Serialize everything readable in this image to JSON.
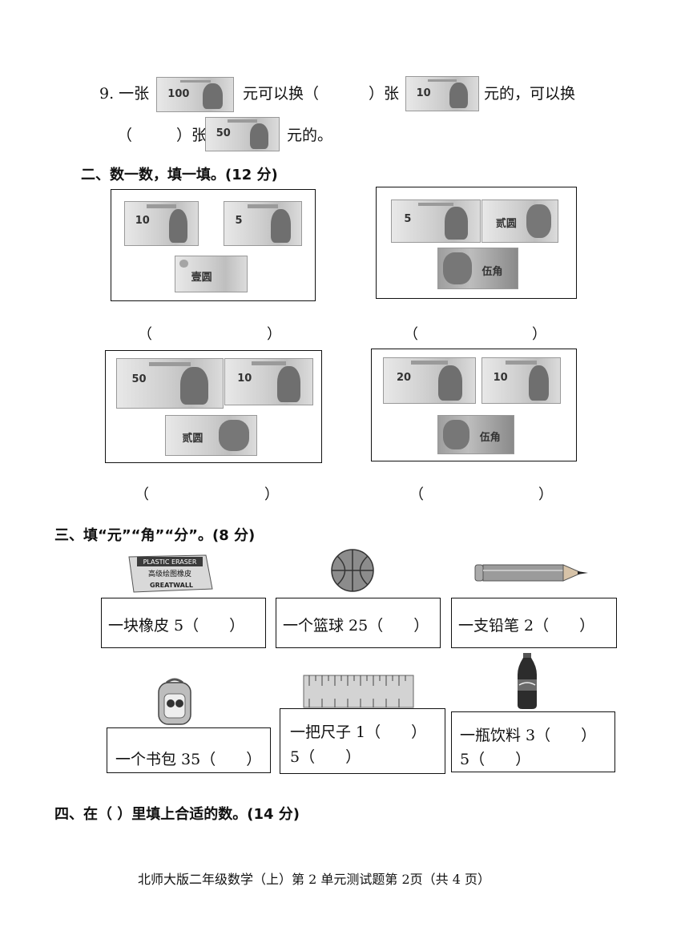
{
  "q9": {
    "part1": "9. 一张",
    "part2": "元可以换（",
    "part3": "）张",
    "part4": "元的，可以换",
    "part5": "（",
    "part6": "）张",
    "part7": "元的。",
    "note_labels": [
      "100",
      "10",
      "50"
    ]
  },
  "section2": {
    "heading": "二、数一数，填一填。(12 分)",
    "groups": [
      {
        "notes": [
          "10",
          "5",
          "壹圆"
        ]
      },
      {
        "notes": [
          "5",
          "贰圆",
          "伍角"
        ]
      },
      {
        "notes": [
          "50",
          "10",
          "贰圆"
        ]
      },
      {
        "notes": [
          "20",
          "10",
          "伍角"
        ]
      }
    ],
    "paren_open": "（",
    "paren_close": "）"
  },
  "section3": {
    "heading": "三、填“元”“角”“分”。(8 分)",
    "eraser_text": [
      "PLASTIC ERASER",
      "高级绘图橡皮",
      "GREATWALL"
    ],
    "items": [
      {
        "line1": "一块橡皮 5（　　）"
      },
      {
        "line1": "一个篮球 25（　　）"
      },
      {
        "line1": "一支铅笔 2（　　）"
      },
      {
        "line1": "一个书包 35（　　）"
      },
      {
        "line1": "一把尺子 1（　　）",
        "line2": "5（　　）"
      },
      {
        "line1": "一瓶饮料 3（　　）",
        "line2": "5（　　）"
      }
    ]
  },
  "section4": {
    "heading": "四、在（  ）里填上合适的数。(14 分)"
  },
  "footer": {
    "text": "北师大版二年级数学（上）第 2 单元测试题第 2页（共 4 页）"
  }
}
